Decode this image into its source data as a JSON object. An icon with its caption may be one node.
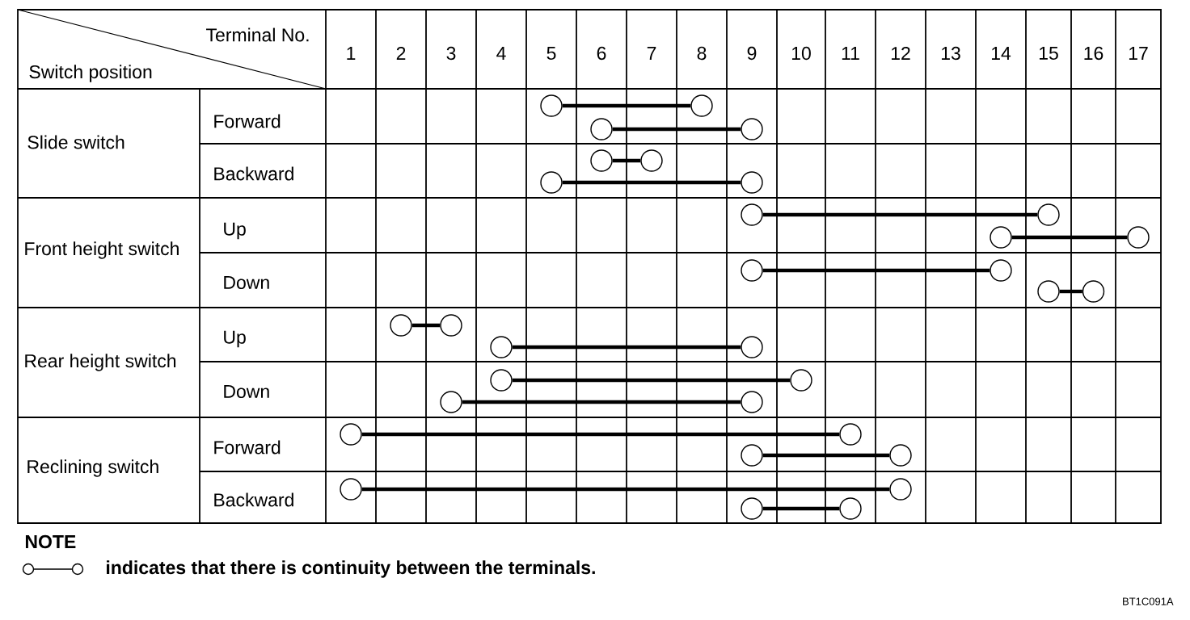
{
  "diagram": {
    "nodes": [
      {
        "text": [],
        "shape": "circle"
      },
      {
        "text": [],
        "shape": "circle"
      },
      {
        "text": [],
        "shape": "circle"
      },
      {
        "text": [],
        "shape": "circle"
      },
      {
        "text": [],
        "shape": "circle"
      },
      {
        "text": [],
        "shape": "circle"
      },
      {
        "text": [],
        "shape": "circle"
      },
      {
        "text": [],
        "shape": "circle"
      },
      {
        "text": [],
        "shape": "circle"
      },
      {
        "text": [],
        "shape": "circle"
      },
      {
        "text": [],
        "shape": "circle"
      },
      {
        "text": [],
        "shape": "circle"
      },
      {
        "text": [],
        "shape": "circle"
      },
      {
        "text": [],
        "shape": "circle"
      },
      {
        "text": [],
        "shape": "circle"
      },
      {
        "text": [],
        "shape": "circle"
      },
      {
        "text": [],
        "shape": "circle"
      },
      {
        "text": [],
        "shape": "circle"
      },
      {
        "text": [],
        "shape": "circle"
      },
      {
        "text": [],
        "shape": "circle"
      },
      {
        "text": [],
        "shape": "circle"
      },
      {
        "text": [],
        "shape": "circle"
      },
      {
        "text": [],
        "shape": "circle"
      },
      {
        "text": [],
        "shape": "circle"
      },
      {
        "text": [],
        "shape": "circle"
      },
      {
        "text": [],
        "shape": "circle"
      },
      {
        "text": [],
        "shape": "circle"
      },
      {
        "text": [],
        "shape": "circle"
      },
      {
        "text": [],
        "shape": "circle"
      },
      {
        "text": [],
        "shape": "circle"
      },
      {
        "text": [],
        "shape": "circle"
      },
      {
        "text": [],
        "shape": "circle"
      }
    ],
    "edges": [
      {
        "from": 0,
        "to": 1,
        "arrow": "none"
      },
      {
        "from": 2,
        "to": 3,
        "arrow": "none"
      },
      {
        "from": 4,
        "to": 5,
        "arrow": "none"
      },
      {
        "from": 6,
        "to": 7,
        "arrow": "none"
      },
      {
        "from": 8,
        "to": 9,
        "arrow": "none"
      },
      {
        "from": 10,
        "to": 11,
        "arrow": "none"
      },
      {
        "from": 12,
        "to": 13,
        "arrow": "none"
      },
      {
        "from": 14,
        "to": 15,
        "arrow": "none"
      },
      {
        "from": 16,
        "to": 17,
        "arrow": "none"
      },
      {
        "from": 18,
        "to": 19,
        "arrow": "none"
      },
      {
        "from": 20,
        "to": 21,
        "arrow": "none"
      },
      {
        "from": 22,
        "to": 23,
        "arrow": "none"
      },
      {
        "from": 24,
        "to": 25,
        "arrow": "none"
      },
      {
        "from": 26,
        "to": 27,
        "arrow": "none"
      },
      {
        "from": 28,
        "to": 29,
        "arrow": "none"
      },
      {
        "from": 30,
        "to": 31,
        "arrow": "none"
      }
    ],
    "labels": [
      "Terminal No.",
      "1",
      "2",
      "3",
      "4",
      "5",
      "6",
      "7",
      "8",
      "9",
      "10",
      "11",
      "12",
      "13",
      "14",
      "15",
      "16",
      "17",
      "Switch position",
      "Slide switch",
      "Forward",
      "Backward",
      "Front height switch",
      "Up",
      "Down",
      "Rear height switch",
      "Up",
      "Down",
      "Reclining switch",
      "Forward",
      "Backward",
      "NOTE",
      "BT1C091A"
    ],
    "legend": [
      {
        "text": "indicates that there is continuity between the terminals."
      }
    ]
  }
}
